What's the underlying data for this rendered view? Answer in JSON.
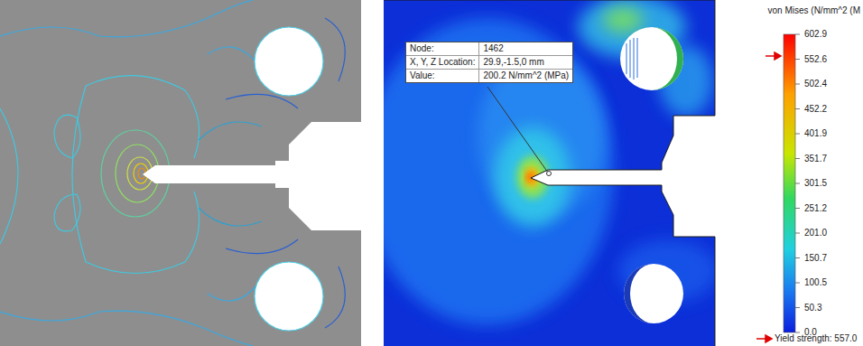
{
  "diagram": {
    "nodes": [
      {
        "text": [
          "Node:",
          "1462",
          "X, Y, Z Location:",
          "29.9,-1.5,0 mm",
          "Value:",
          "200.2 N/mm^2 (MPa)"
        ]
      }
    ],
    "labels": [
      "von Mises (N/mm^2 (M",
      "602.9",
      "552.6",
      "502.4",
      "452.2",
      "401.9",
      "351.7",
      "301.5",
      "251.2",
      "201.0",
      "150.7",
      "100.5",
      "50.3",
      "0.0",
      "Yield strength: 557.0"
    ]
  }
}
